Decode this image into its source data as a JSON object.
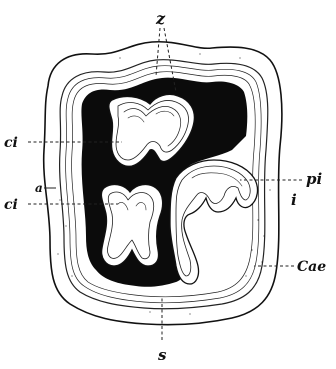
{
  "labels": {
    "z": "z",
    "ci_top": "ci",
    "ci_bottom": "ci",
    "a": "a",
    "pi": "pi",
    "i": "i",
    "cae": "Cae",
    "s": "s"
  },
  "colors": {
    "ink": "#111111",
    "fill_dark": "#0b0b0b",
    "paper": "#ffffff"
  }
}
